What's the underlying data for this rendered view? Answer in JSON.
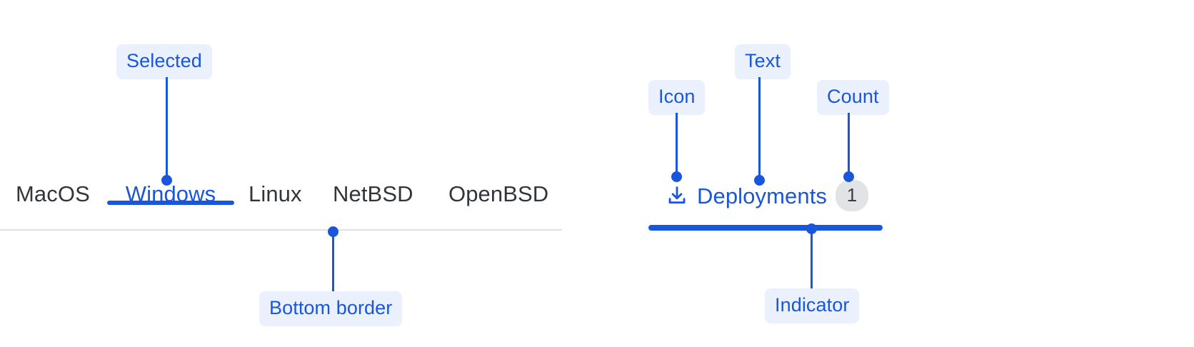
{
  "left_example": {
    "tabs": [
      {
        "label": "MacOS",
        "selected": false
      },
      {
        "label": "Windows",
        "selected": true
      },
      {
        "label": "Linux",
        "selected": false
      },
      {
        "label": "NetBSD",
        "selected": false
      },
      {
        "label": "OpenBSD",
        "selected": false
      }
    ],
    "annotations": {
      "selected": "Selected",
      "bottom_border": "Bottom border"
    }
  },
  "right_example": {
    "tab": {
      "icon": "download-icon",
      "label": "Deployments",
      "count": "1"
    },
    "annotations": {
      "icon": "Icon",
      "text": "Text",
      "count": "Count",
      "indicator": "Indicator"
    }
  },
  "colors": {
    "accent": "#1a56db",
    "annotation_chip_bg": "#eaf1fd",
    "tab_text": "#32363b",
    "baseline": "#dfe1e4",
    "badge_bg": "#e2e3e5",
    "badge_text": "#3a3d42",
    "page_bg": "#ffffff"
  }
}
